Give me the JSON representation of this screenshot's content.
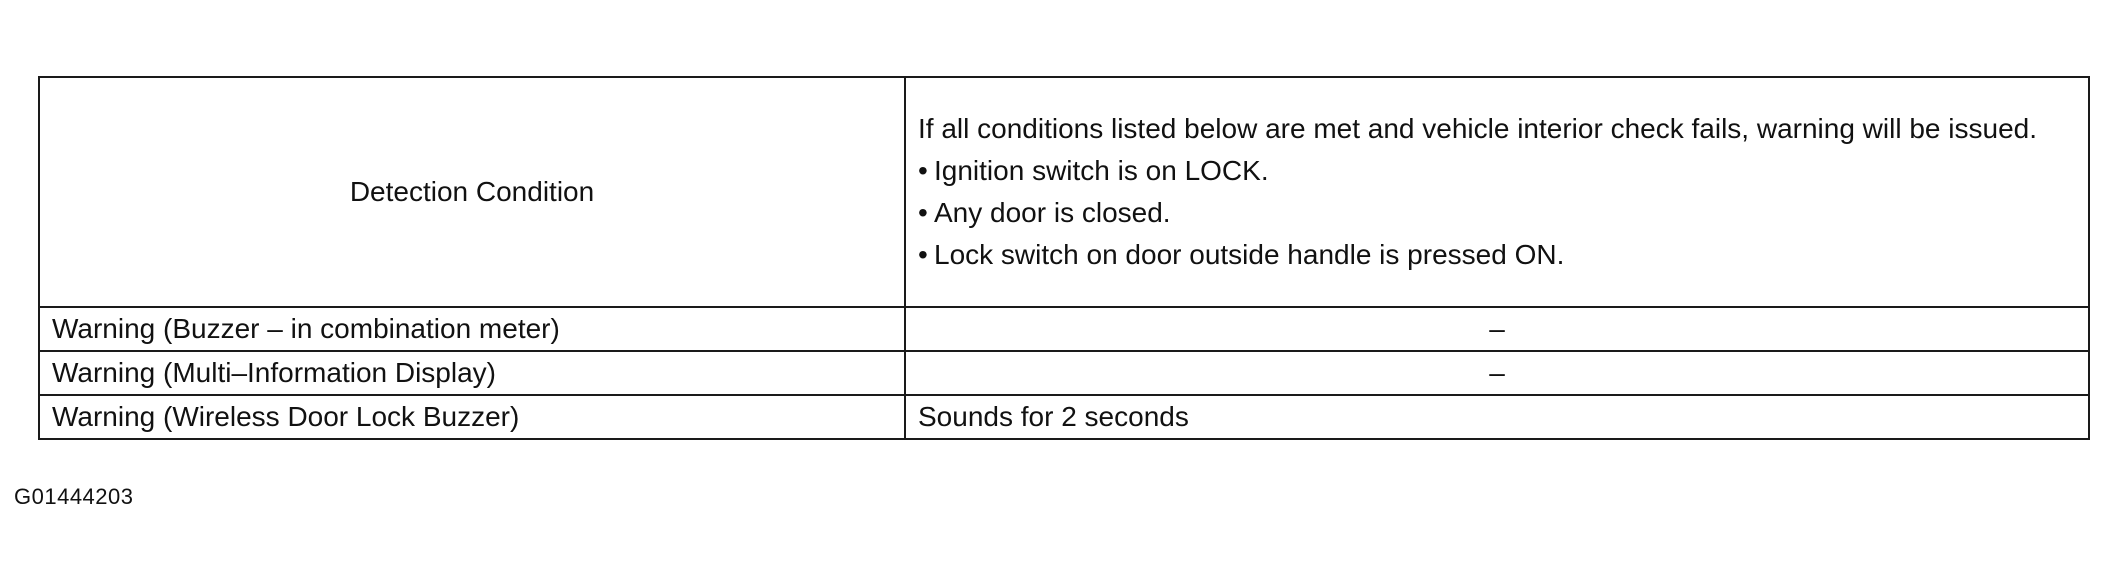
{
  "table": {
    "rows": [
      {
        "label": "Detection Condition",
        "intro": "If all conditions listed below are met and vehicle interior check fails, warning will be issued.",
        "conditions": [
          "Ignition switch is on LOCK.",
          "Any door is closed.",
          "Lock switch on door outside handle is  pressed ON."
        ],
        "bullet": "•"
      },
      {
        "label": "Warning (Buzzer – in combination meter)",
        "value": "–"
      },
      {
        "label": "Warning (Multi–Information Display)",
        "value": "–"
      },
      {
        "label": "Warning (Wireless Door Lock Buzzer)",
        "value": "Sounds for 2 seconds"
      }
    ]
  },
  "figure_id": "G01444203"
}
